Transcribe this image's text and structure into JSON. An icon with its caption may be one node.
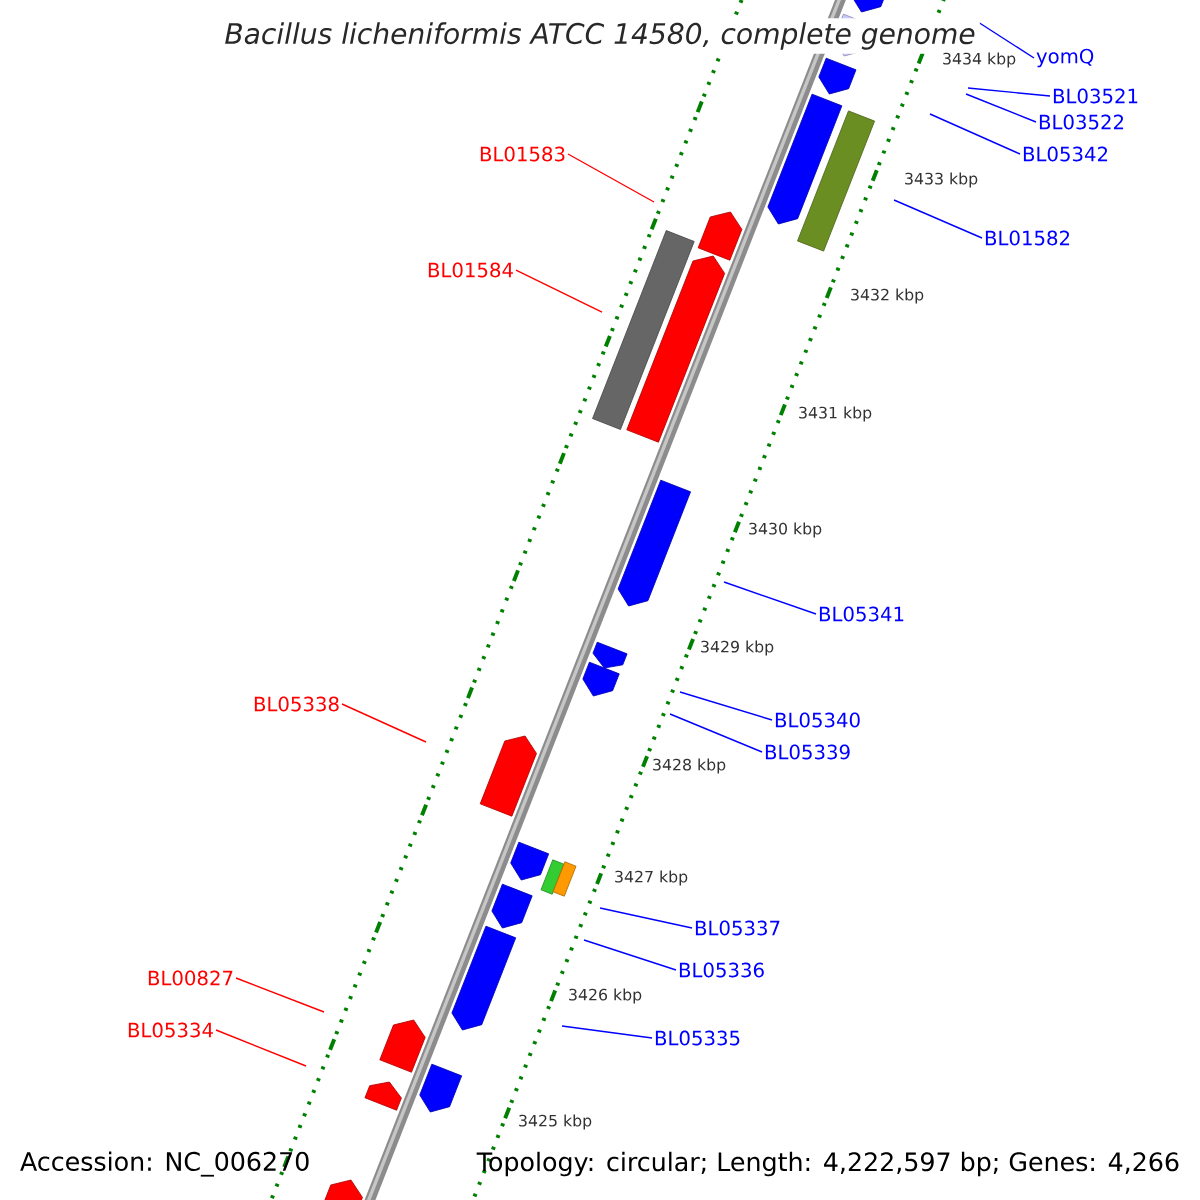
{
  "diagram": {
    "title": "Bacillus licheniformis ATCC 14580, complete genome",
    "nodes": [
      {
        "text": [
          "yomQ"
        ]
      },
      {
        "text": [
          "BL03521"
        ]
      },
      {
        "text": [
          "BL03522"
        ]
      },
      {
        "text": [
          "BL05342"
        ]
      },
      {
        "text": [
          "BL01583"
        ]
      },
      {
        "text": [
          "BL01582"
        ]
      },
      {
        "text": [
          "BL01584"
        ]
      },
      {
        "text": [
          "BL05341"
        ]
      },
      {
        "text": [
          "BL05338"
        ]
      },
      {
        "text": [
          "BL05340"
        ]
      },
      {
        "text": [
          "BL05339"
        ]
      },
      {
        "text": [
          "BL05337"
        ]
      },
      {
        "text": [
          "BL05336"
        ]
      },
      {
        "text": [
          "BL00827"
        ]
      },
      {
        "text": [
          "BL05335"
        ]
      },
      {
        "text": [
          "BL05334"
        ]
      }
    ],
    "edges": [
      {
        "from": 0,
        "to": null,
        "arrow": "none"
      },
      {
        "from": 1,
        "to": null,
        "arrow": "none"
      },
      {
        "from": 2,
        "to": null,
        "arrow": "none"
      },
      {
        "from": 3,
        "to": null,
        "arrow": "none"
      },
      {
        "from": 4,
        "to": null,
        "arrow": "none",
        "color": "#ff0000"
      },
      {
        "from": 5,
        "to": null,
        "arrow": "none"
      },
      {
        "from": 6,
        "to": null,
        "arrow": "none",
        "color": "#ff0000"
      },
      {
        "from": 7,
        "to": null,
        "arrow": "none"
      },
      {
        "from": 8,
        "to": null,
        "arrow": "none",
        "color": "#ff0000"
      },
      {
        "from": 9,
        "to": null,
        "arrow": "none"
      },
      {
        "from": 10,
        "to": null,
        "arrow": "none"
      },
      {
        "from": 11,
        "to": null,
        "arrow": "none"
      },
      {
        "from": 12,
        "to": null,
        "arrow": "none"
      },
      {
        "from": 13,
        "to": null,
        "arrow": "none",
        "color": "#ff0000"
      },
      {
        "from": 14,
        "to": null,
        "arrow": "none"
      },
      {
        "from": 15,
        "to": null,
        "arrow": "none",
        "color": "#ff0000"
      }
    ],
    "labels": [
      "3434 kbp",
      "3433 kbp",
      "3432 kbp",
      "3431 kbp",
      "3430 kbp",
      "3429 kbp",
      "3428 kbp",
      "3427 kbp",
      "3426 kbp",
      "3425 kbp",
      "Accession: NC_006270",
      "Topology: circular; Length: 4,222,597 bp; Genes: 4,266"
    ]
  }
}
